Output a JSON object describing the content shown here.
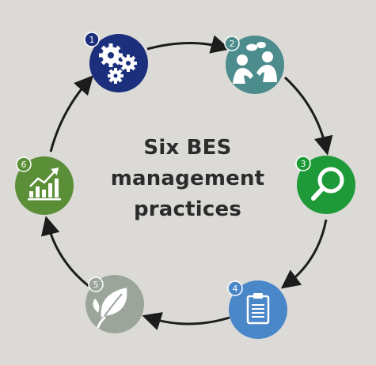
{
  "title_lines": [
    "Six BES",
    "management",
    "practices"
  ],
  "steps": [
    {
      "number": "1",
      "icon": "gears-icon",
      "color": "#1b2f7c"
    },
    {
      "number": "2",
      "icon": "people-meeting-icon",
      "color": "#4d8c8c"
    },
    {
      "number": "3",
      "icon": "magnifier-icon",
      "color": "#1e9a38"
    },
    {
      "number": "4",
      "icon": "clipboard-icon",
      "color": "#4a87c9"
    },
    {
      "number": "5",
      "icon": "leaf-icon",
      "color": "#9ba59a"
    },
    {
      "number": "6",
      "icon": "growth-chart-icon",
      "color": "#5a8f37"
    }
  ],
  "arrow_color": "#1c1c1c"
}
